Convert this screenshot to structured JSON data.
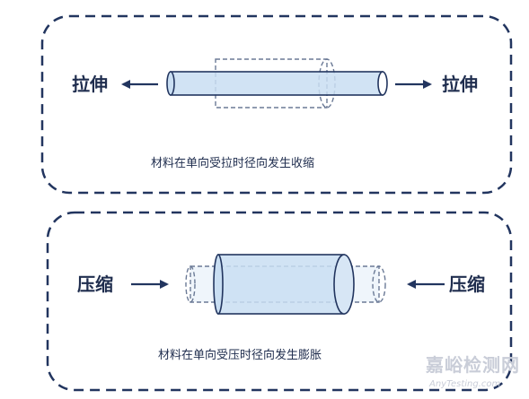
{
  "colors": {
    "frame": "#22355f",
    "rod_fill": "#c9def2",
    "rod_stroke": "#22355f",
    "arrow": "#22355f",
    "text": "#1f2d4e",
    "watermark": "#c9cdd8"
  },
  "tension_panel": {
    "left_label": "拉伸",
    "right_label": "拉伸",
    "caption": "材料在单向受拉时径向发生收缩"
  },
  "compression_panel": {
    "left_label": "压缩",
    "right_label": "压缩",
    "caption": "材料在单向受压时径向发生膨胀"
  },
  "watermark": {
    "cn": "嘉峪检测网",
    "en": "AnyTesting.com"
  }
}
